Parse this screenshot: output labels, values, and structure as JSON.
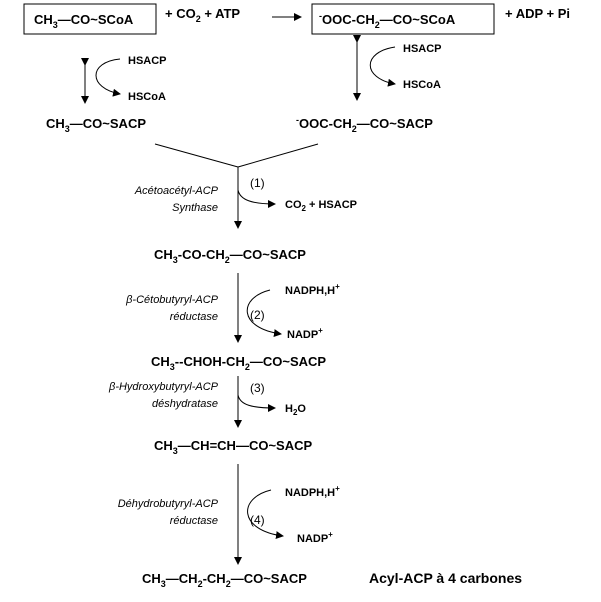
{
  "top_left_box": {
    "p1": "CH",
    "sub1": "3",
    "p2": "—CO~SCoA"
  },
  "reaction_inputs": {
    "p1": "+ CO",
    "sub1": "2",
    "p2": " + ATP"
  },
  "top_right_box": {
    "sup0": "-",
    "p1": "OOC-CH",
    "sub1": "2",
    "p2": "—CO~SCoA"
  },
  "reaction_outputs": "+ ADP + Pi",
  "left_exchange": {
    "in": "HSACP",
    "out": "HSCoA"
  },
  "right_exchange": {
    "in": "HSACP",
    "out": "HSCoA"
  },
  "acetyl_acp": {
    "p1": "CH",
    "sub1": "3",
    "p2": "—CO~SACP"
  },
  "malonyl_acp": {
    "sup0": "-",
    "p1": "OOC-CH",
    "sub1": "2",
    "p2": "—CO~SACP"
  },
  "step1": {
    "enzyme_line1": "Acétoacétyl-ACP",
    "enzyme_line2": "Synthase",
    "number": "(1)",
    "product": {
      "p1": "CO",
      "sub1": "2",
      "p2": " + HSACP"
    }
  },
  "acetoacetyl_acp": {
    "p1": "CH",
    "sub1": "3",
    "p2": "-CO-CH",
    "sub2": "2",
    "p3": "—CO~SACP"
  },
  "step2": {
    "enzyme_line1": "β-Cétobutyryl-ACP",
    "enzyme_line2": "réductase",
    "number": "(2)",
    "cofactor_in": {
      "p1": "NADPH,H",
      "sup1": "+"
    },
    "cofactor_out": {
      "p1": "NADP",
      "sup1": "+"
    }
  },
  "hydroxybutyryl_acp": {
    "p1": "CH",
    "sub1": "3",
    "p2": "--CHOH-CH",
    "sub2": "2",
    "p3": "—CO~SACP"
  },
  "step3": {
    "enzyme_line1": "β-Hydroxybutyryl-ACP",
    "enzyme_line2": "déshydratase",
    "number": "(3)",
    "product": {
      "p1": "H",
      "sub1": "2",
      "p2": "O"
    }
  },
  "crotonyl_acp": {
    "p1": "CH",
    "sub1": "3",
    "p2": "—CH=CH—CO~SACP"
  },
  "step4": {
    "enzyme_line1": "Déhydrobutyryl-ACP",
    "enzyme_line2": "réductase",
    "number": "(4)",
    "cofactor_in": {
      "p1": "NADPH,H",
      "sup1": "+"
    },
    "cofactor_out": {
      "p1": "NADP",
      "sup1": "+"
    }
  },
  "butyryl_acp": {
    "p1": "CH",
    "sub1": "3",
    "p2": "—CH",
    "sub2": "2",
    "p3": "-CH",
    "sub3": "2",
    "p4": "—CO~SACP"
  },
  "final_label": "Acyl-ACP à 4 carbones"
}
